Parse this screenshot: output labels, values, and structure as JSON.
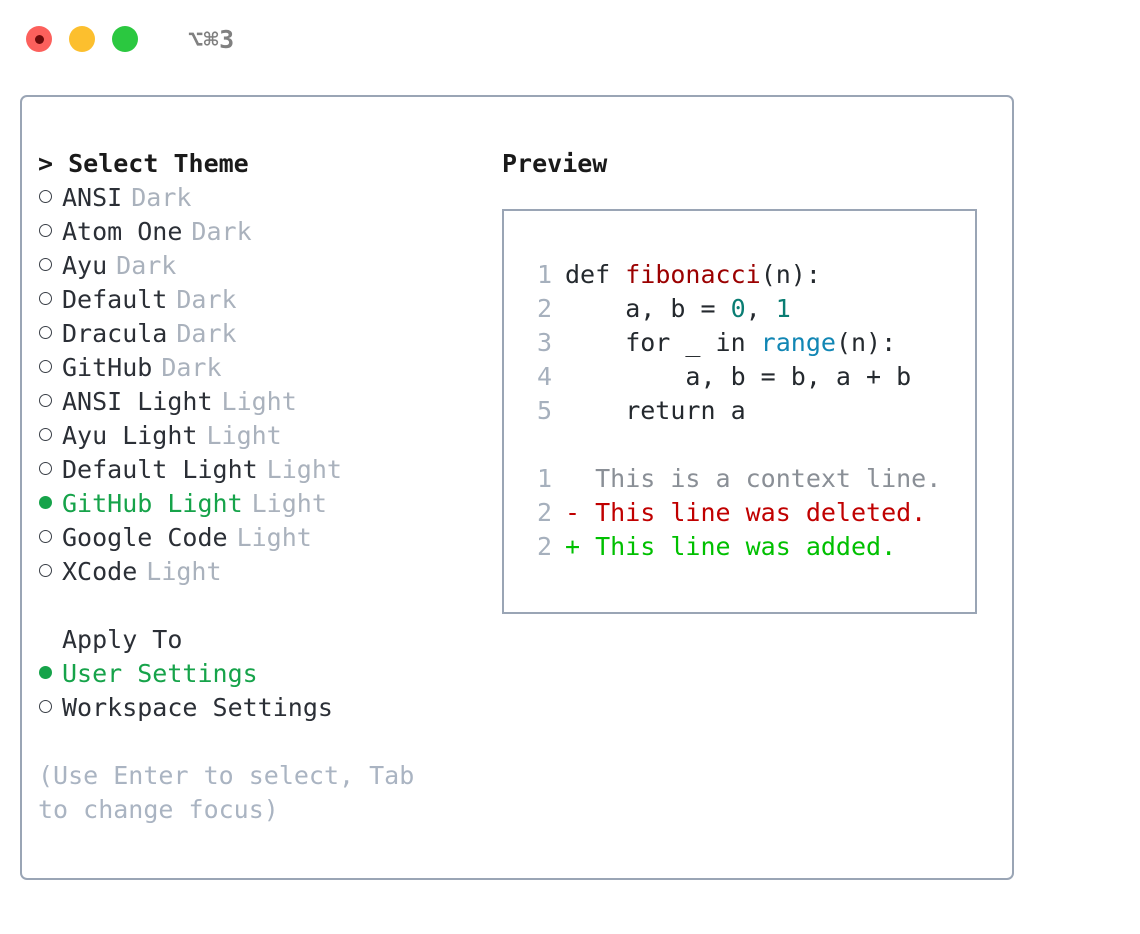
{
  "titlebar": {
    "shortcut": "⌥⌘3",
    "buttons": [
      {
        "name": "close-button",
        "color": "#fc605c"
      },
      {
        "name": "minimize-button",
        "color": "#fcbf2e"
      },
      {
        "name": "maximize-button",
        "color": "#2bc840"
      }
    ]
  },
  "theme_picker": {
    "heading": "> Select Theme",
    "options": [
      {
        "name": "ANSI",
        "category": "Dark",
        "selected": false
      },
      {
        "name": "Atom One",
        "category": "Dark",
        "selected": false
      },
      {
        "name": "Ayu",
        "category": "Dark",
        "selected": false
      },
      {
        "name": "Default",
        "category": "Dark",
        "selected": false
      },
      {
        "name": "Dracula",
        "category": "Dark",
        "selected": false
      },
      {
        "name": "GitHub",
        "category": "Dark",
        "selected": false
      },
      {
        "name": "ANSI Light",
        "category": "Light",
        "selected": false
      },
      {
        "name": "Ayu Light",
        "category": "Light",
        "selected": false
      },
      {
        "name": "Default Light",
        "category": "Light",
        "selected": false
      },
      {
        "name": "GitHub Light",
        "category": "Light",
        "selected": true
      },
      {
        "name": "Google Code",
        "category": "Light",
        "selected": false
      },
      {
        "name": "XCode",
        "category": "Light",
        "selected": false
      }
    ]
  },
  "apply_to": {
    "heading": "Apply To",
    "options": [
      {
        "name": "User Settings",
        "selected": true
      },
      {
        "name": "Workspace Settings",
        "selected": false
      }
    ]
  },
  "hint": "(Use Enter to select, Tab to change focus)",
  "preview": {
    "title": "Preview",
    "code_lines": [
      {
        "number": "1",
        "tokens": [
          {
            "text": "def ",
            "type": "plain"
          },
          {
            "text": "fibonacci",
            "type": "fn"
          },
          {
            "text": "(n):",
            "type": "plain"
          }
        ]
      },
      {
        "number": "2",
        "tokens": [
          {
            "text": "    a, b = ",
            "type": "plain"
          },
          {
            "text": "0",
            "type": "num"
          },
          {
            "text": ", ",
            "type": "plain"
          },
          {
            "text": "1",
            "type": "num"
          }
        ]
      },
      {
        "number": "3",
        "tokens": [
          {
            "text": "    for _ in ",
            "type": "plain"
          },
          {
            "text": "range",
            "type": "call"
          },
          {
            "text": "(n):",
            "type": "plain"
          }
        ]
      },
      {
        "number": "4",
        "tokens": [
          {
            "text": "        a, b = b, a + b",
            "type": "plain"
          }
        ]
      },
      {
        "number": "5",
        "tokens": [
          {
            "text": "    return a",
            "type": "plain"
          }
        ]
      }
    ],
    "diff_lines": [
      {
        "number": "1",
        "marker": "  ",
        "text": "This is a context line.",
        "type": "ctx"
      },
      {
        "number": "2",
        "marker": "- ",
        "text": "This line was deleted.",
        "type": "del"
      },
      {
        "number": "2",
        "marker": "+ ",
        "text": "This line was added.",
        "type": "add"
      }
    ]
  },
  "colors": {
    "accent_green": "#16a34a",
    "panel_border": "#9aa5b5",
    "muted_text": "#aab2bd",
    "diff_delete": "#c00000",
    "diff_add": "#00c000",
    "function_name": "#9b0000",
    "number_literal": "#0a7d73",
    "builtin_call": "#1186b4"
  }
}
